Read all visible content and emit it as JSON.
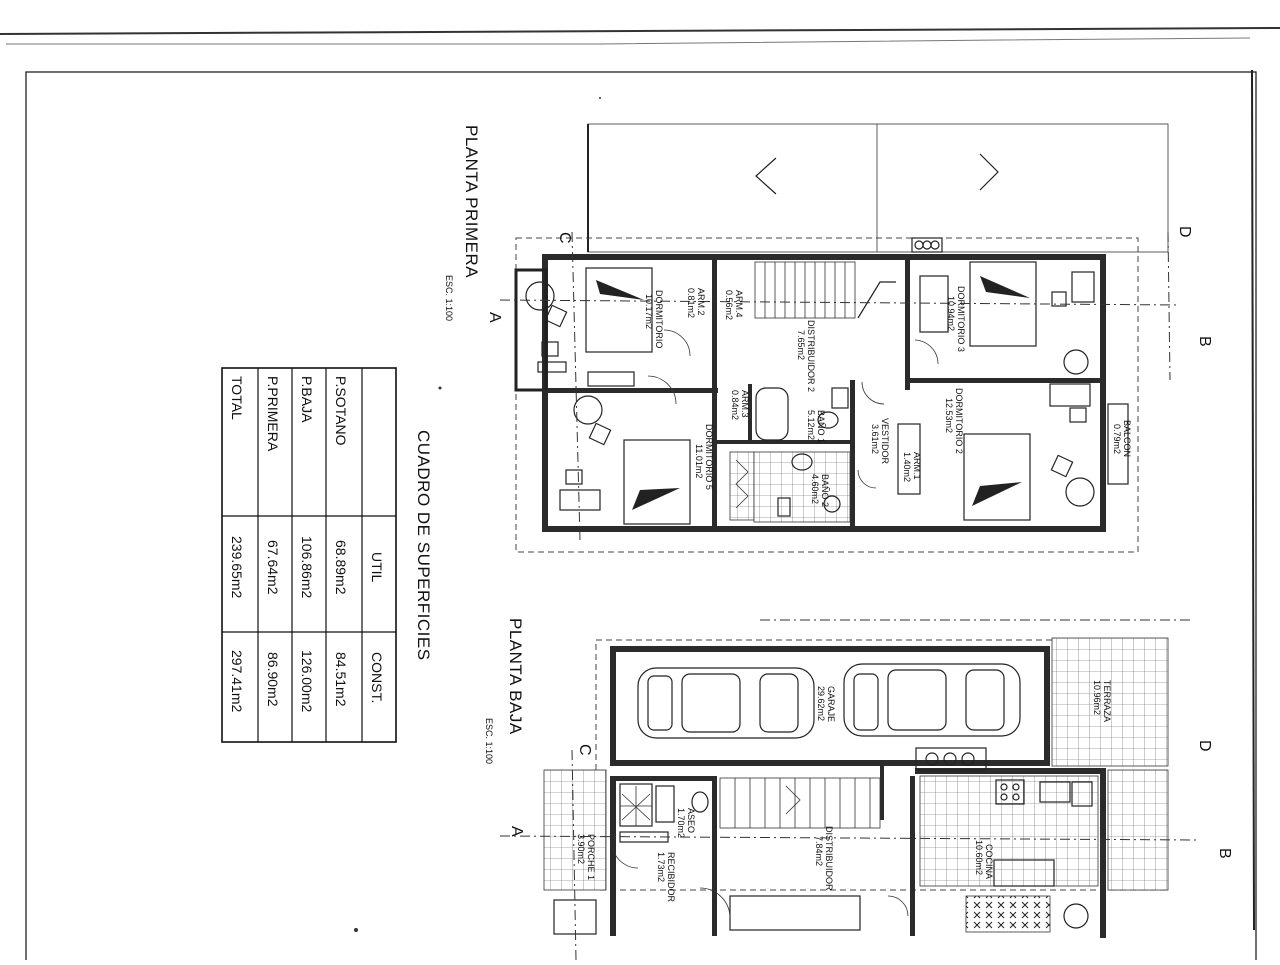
{
  "plans": {
    "upper": {
      "title": "PLANTA PRIMERA",
      "scale": "ESC. 1:100",
      "rooms": {
        "dorm4_name": "DORMITORIO",
        "dorm4_area": "10.17m2",
        "arm2_name": "ARM.2",
        "arm2_area": "0.81m2",
        "arm4_name": "ARM.4",
        "arm4_area": "0.56m2",
        "dist2_name": "DISTRIBUIDOR 2",
        "dist2_area": "7.65m2",
        "dorm3_name": "DORMITORIO 3",
        "dorm3_area": "10.94m2",
        "dorm5_name": "DORMITORIO 5",
        "dorm5_area": "11.01m2",
        "arm3_name": "ARM.3",
        "arm3_area": "0.84m2",
        "bano1_name": "BAÑO 1",
        "bano1_area": "5.12m2",
        "bano2_name": "BAÑO 2",
        "bano2_area": "4.60m2",
        "vestidor_name": "VESTIDOR",
        "vestidor_area": "3.61m2",
        "arm1_name": "ARM.1",
        "arm1_area": "1.40m2",
        "dorm2_name": "DORMITORIO 2",
        "dorm2_area": "12.53m2",
        "balcon_name": "BALCON",
        "balcon_area": "0.79m2"
      }
    },
    "lower": {
      "title": "PLANTA BAJA",
      "scale": "ESC. 1:100",
      "rooms": {
        "garaje_name": "GARAJE",
        "garaje_area": "29.62m2",
        "terraza_name": "TERRAZA",
        "terraza_area": "10.96m2",
        "dist_name": "DISTRIBUIDOR",
        "dist_area": "7.84m2",
        "cocina_name": "COCINA",
        "cocina_area": "10.60m2",
        "porche_name": "PORCHE 1",
        "porche_area": "3.90m2",
        "aseo_name": "ASEO",
        "aseo_area": "1.70m2",
        "recibidor_name": "RECIBIDOR",
        "recibidor_area": "1.73m2"
      }
    },
    "section_marks": {
      "a": "A",
      "b": "B",
      "c": "C",
      "d": "D"
    }
  },
  "table": {
    "title": "CUADRO DE SUPERFICIES",
    "headers": [
      "",
      "UTIL",
      "CONST."
    ],
    "rows": [
      [
        "P.SOTANO",
        "68.89m2",
        "84.51m2"
      ],
      [
        "P.BAJA",
        "106.86m2",
        "126.00m2"
      ],
      [
        "P.PRIMERA",
        "67.64m2",
        "86.90m2"
      ],
      [
        "TOTAL",
        "239.65m2",
        "297.41m2"
      ]
    ]
  }
}
